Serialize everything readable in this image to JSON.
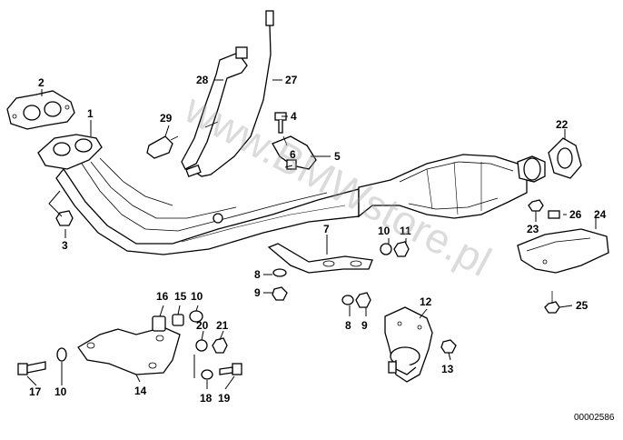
{
  "watermark": "www.BMWstore.pl",
  "reference_number": "00002586",
  "callouts": [
    {
      "id": "c1",
      "text": "1"
    },
    {
      "id": "c2",
      "text": "2"
    },
    {
      "id": "c3",
      "text": "3"
    },
    {
      "id": "c4",
      "text": "4"
    },
    {
      "id": "c5",
      "text": "5"
    },
    {
      "id": "c6",
      "text": "6"
    },
    {
      "id": "c7",
      "text": "7"
    },
    {
      "id": "c8a",
      "text": "8"
    },
    {
      "id": "c8b",
      "text": "8"
    },
    {
      "id": "c9a",
      "text": "9"
    },
    {
      "id": "c9b",
      "text": "9"
    },
    {
      "id": "c10a",
      "text": "10"
    },
    {
      "id": "c10b",
      "text": "10"
    },
    {
      "id": "c10c",
      "text": "10"
    },
    {
      "id": "c11",
      "text": "11"
    },
    {
      "id": "c12",
      "text": "12"
    },
    {
      "id": "c13",
      "text": "13"
    },
    {
      "id": "c14",
      "text": "14"
    },
    {
      "id": "c15",
      "text": "15"
    },
    {
      "id": "c16",
      "text": "16"
    },
    {
      "id": "c17",
      "text": "17"
    },
    {
      "id": "c18",
      "text": "18"
    },
    {
      "id": "c19",
      "text": "19"
    },
    {
      "id": "c20",
      "text": "20"
    },
    {
      "id": "c21",
      "text": "21"
    },
    {
      "id": "c22",
      "text": "22"
    },
    {
      "id": "c23",
      "text": "23"
    },
    {
      "id": "c24",
      "text": "24"
    },
    {
      "id": "c25",
      "text": "25"
    },
    {
      "id": "c26",
      "text": "26"
    },
    {
      "id": "c27",
      "text": "27"
    },
    {
      "id": "c28",
      "text": "28"
    },
    {
      "id": "c29",
      "text": "29"
    }
  ]
}
